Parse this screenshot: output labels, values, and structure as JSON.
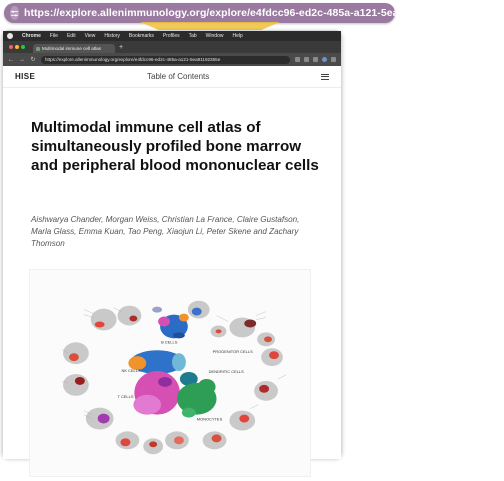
{
  "zoom": {
    "url": "https://explore.allenimmunology.org/explore/e4fdcc96-ed2c-485a-a121-5ea91192355e"
  },
  "menubar": {
    "app": "Chrome",
    "items": [
      "File",
      "Edit",
      "View",
      "History",
      "Bookmarks",
      "Profiles",
      "Tab",
      "Window",
      "Help"
    ]
  },
  "tab": {
    "title": "Multimodal immune cell atlas"
  },
  "omnibox": {
    "url": "https://explore.allenimmunology.org/explore/e4fdcc96-ed2c-485a-a121-5ea91192355e"
  },
  "header": {
    "logo": "HISE",
    "center": "Table of Contents"
  },
  "article": {
    "title": "Multimodal immune cell atlas of simultaneously profiled bone marrow and peripheral blood mononuclear cells",
    "authors": "Aishwarya Chander, Morgan Weiss, Christian La France, Claire Gustafson, Marla Glass, Emma Kuan, Tao Peng, Xiaojun Li, Peter Skene and Zachary Thomson"
  },
  "figure": {
    "cluster_labels": [
      "B CELLS",
      "NK CELLS",
      "T CELLS",
      "MONOCYTES",
      "DENDRITIC CELLS",
      "PROGENITOR CELLS"
    ],
    "colors": {
      "b_cells": "#2b6cc4",
      "nk_cells": "#f0932b",
      "t_cells": "#d64fb3",
      "monocytes": "#2e9e56",
      "dendritic": "#6fb8d6",
      "progenitor": "#c0392b",
      "inset_bg": "#c9c9c9",
      "inset_hi": "#e0463c"
    }
  }
}
